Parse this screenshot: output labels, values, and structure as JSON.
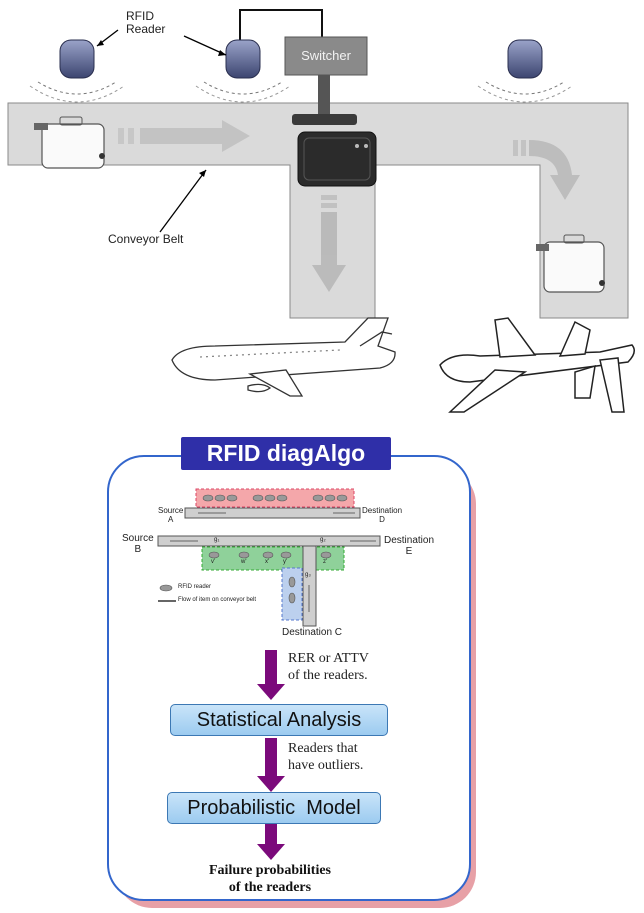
{
  "top": {
    "reader_label_line1": "RFID",
    "reader_label_line2": "Reader",
    "switcher": "Switcher",
    "conveyor": "Conveyor Belt"
  },
  "panel": {
    "title": "RFID diagAlgo",
    "mini": {
      "source_a": "Source",
      "source_a_letter": "A",
      "dest_d": "Destination",
      "dest_d_letter": "D",
      "source_b": "Source",
      "source_b_letter": "B",
      "dest_e": "Destination",
      "dest_e_letter": "E",
      "dest_c": "Destination C",
      "legend_reader": "RFID reader",
      "legend_flow": "Flow of item on conveyor belt",
      "g1": "g₁",
      "g2": "g₂",
      "g3": "g₃",
      "reader_v": "v'",
      "reader_w": "w'",
      "reader_x": "x'",
      "reader_y": "y'",
      "reader_z": "z'"
    },
    "arrow1_line1": "RER or ATTV",
    "arrow1_line2": "of the readers.",
    "step1": "Statistical Analysis",
    "arrow2_line1": "Readers that",
    "arrow2_line2": "have outliers.",
    "step2": "Probabilistic  Model",
    "result_line1": "Failure probabilities",
    "result_line2": "of the readers"
  },
  "colors": {
    "belt": "#d9d9d9",
    "title_bg": "#2f2fa8",
    "arrow": "#7b0a7b",
    "panel_border": "#3366cc",
    "step_fill": "#a9d3f4"
  }
}
